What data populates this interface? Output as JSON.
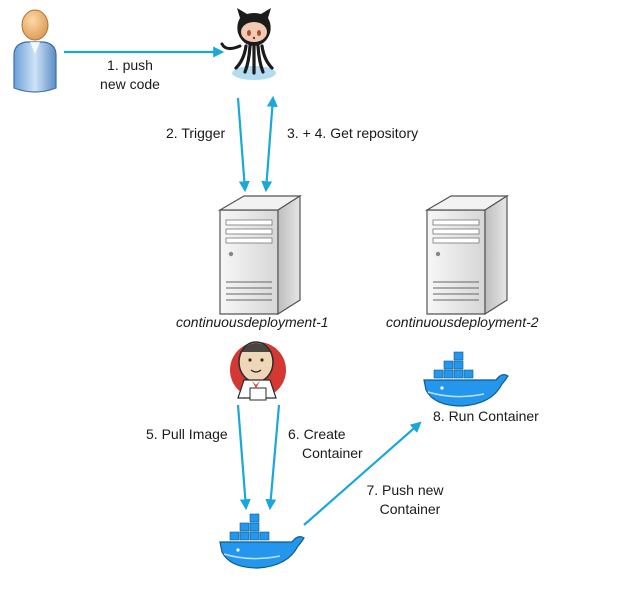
{
  "labels": {
    "push_line1": "1. push",
    "push_line2": "new code",
    "trigger": "2. Trigger",
    "get_repo": "3. + 4. Get repository",
    "server1_name": "continuousdeployment-1",
    "server2_name": "continuousdeployment-2",
    "pull_image": "5. Pull Image",
    "create_line1": "6. Create",
    "create_line2": "Container",
    "push_container_line1": "7. Push new",
    "push_container_line2": "Container",
    "run_container": "8. Run Container"
  },
  "colors": {
    "arrow": "#1aa8dc",
    "docker_blue": "#2496ed",
    "docker_dark": "#0e5e86",
    "server_body": "#eaeaea",
    "server_edge": "#5a5a5a",
    "jenkins_red": "#d33833"
  },
  "icons": {
    "user": "user-icon",
    "github": "github-octocat-icon",
    "server": "server-icon",
    "jenkins": "jenkins-icon",
    "docker": "docker-whale-icon"
  }
}
